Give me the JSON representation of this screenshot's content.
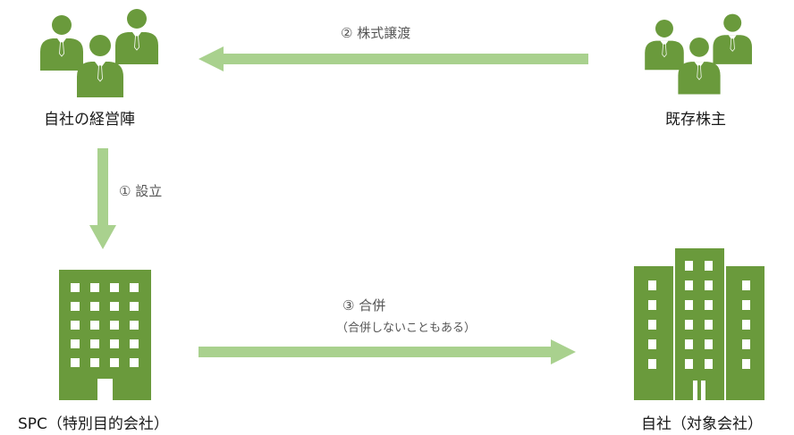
{
  "colors": {
    "icon_green": "#6a9a3c",
    "arrow_green": "#a9d18e"
  },
  "nodes": {
    "management": {
      "label": "自社の経営陣",
      "icon": "people-group-icon"
    },
    "shareholders": {
      "label": "既存株主",
      "icon": "people-group-icon"
    },
    "spc": {
      "label": "SPC（特別目的会社）",
      "icon": "building-icon"
    },
    "target": {
      "label": "自社（対象会社）",
      "icon": "buildings-icon"
    }
  },
  "arrows": {
    "share_transfer": {
      "label": "② 株式譲渡"
    },
    "establish": {
      "label": "① 設立"
    },
    "merger": {
      "label": "③ 合併",
      "sublabel": "（合併しないこともある）"
    }
  }
}
